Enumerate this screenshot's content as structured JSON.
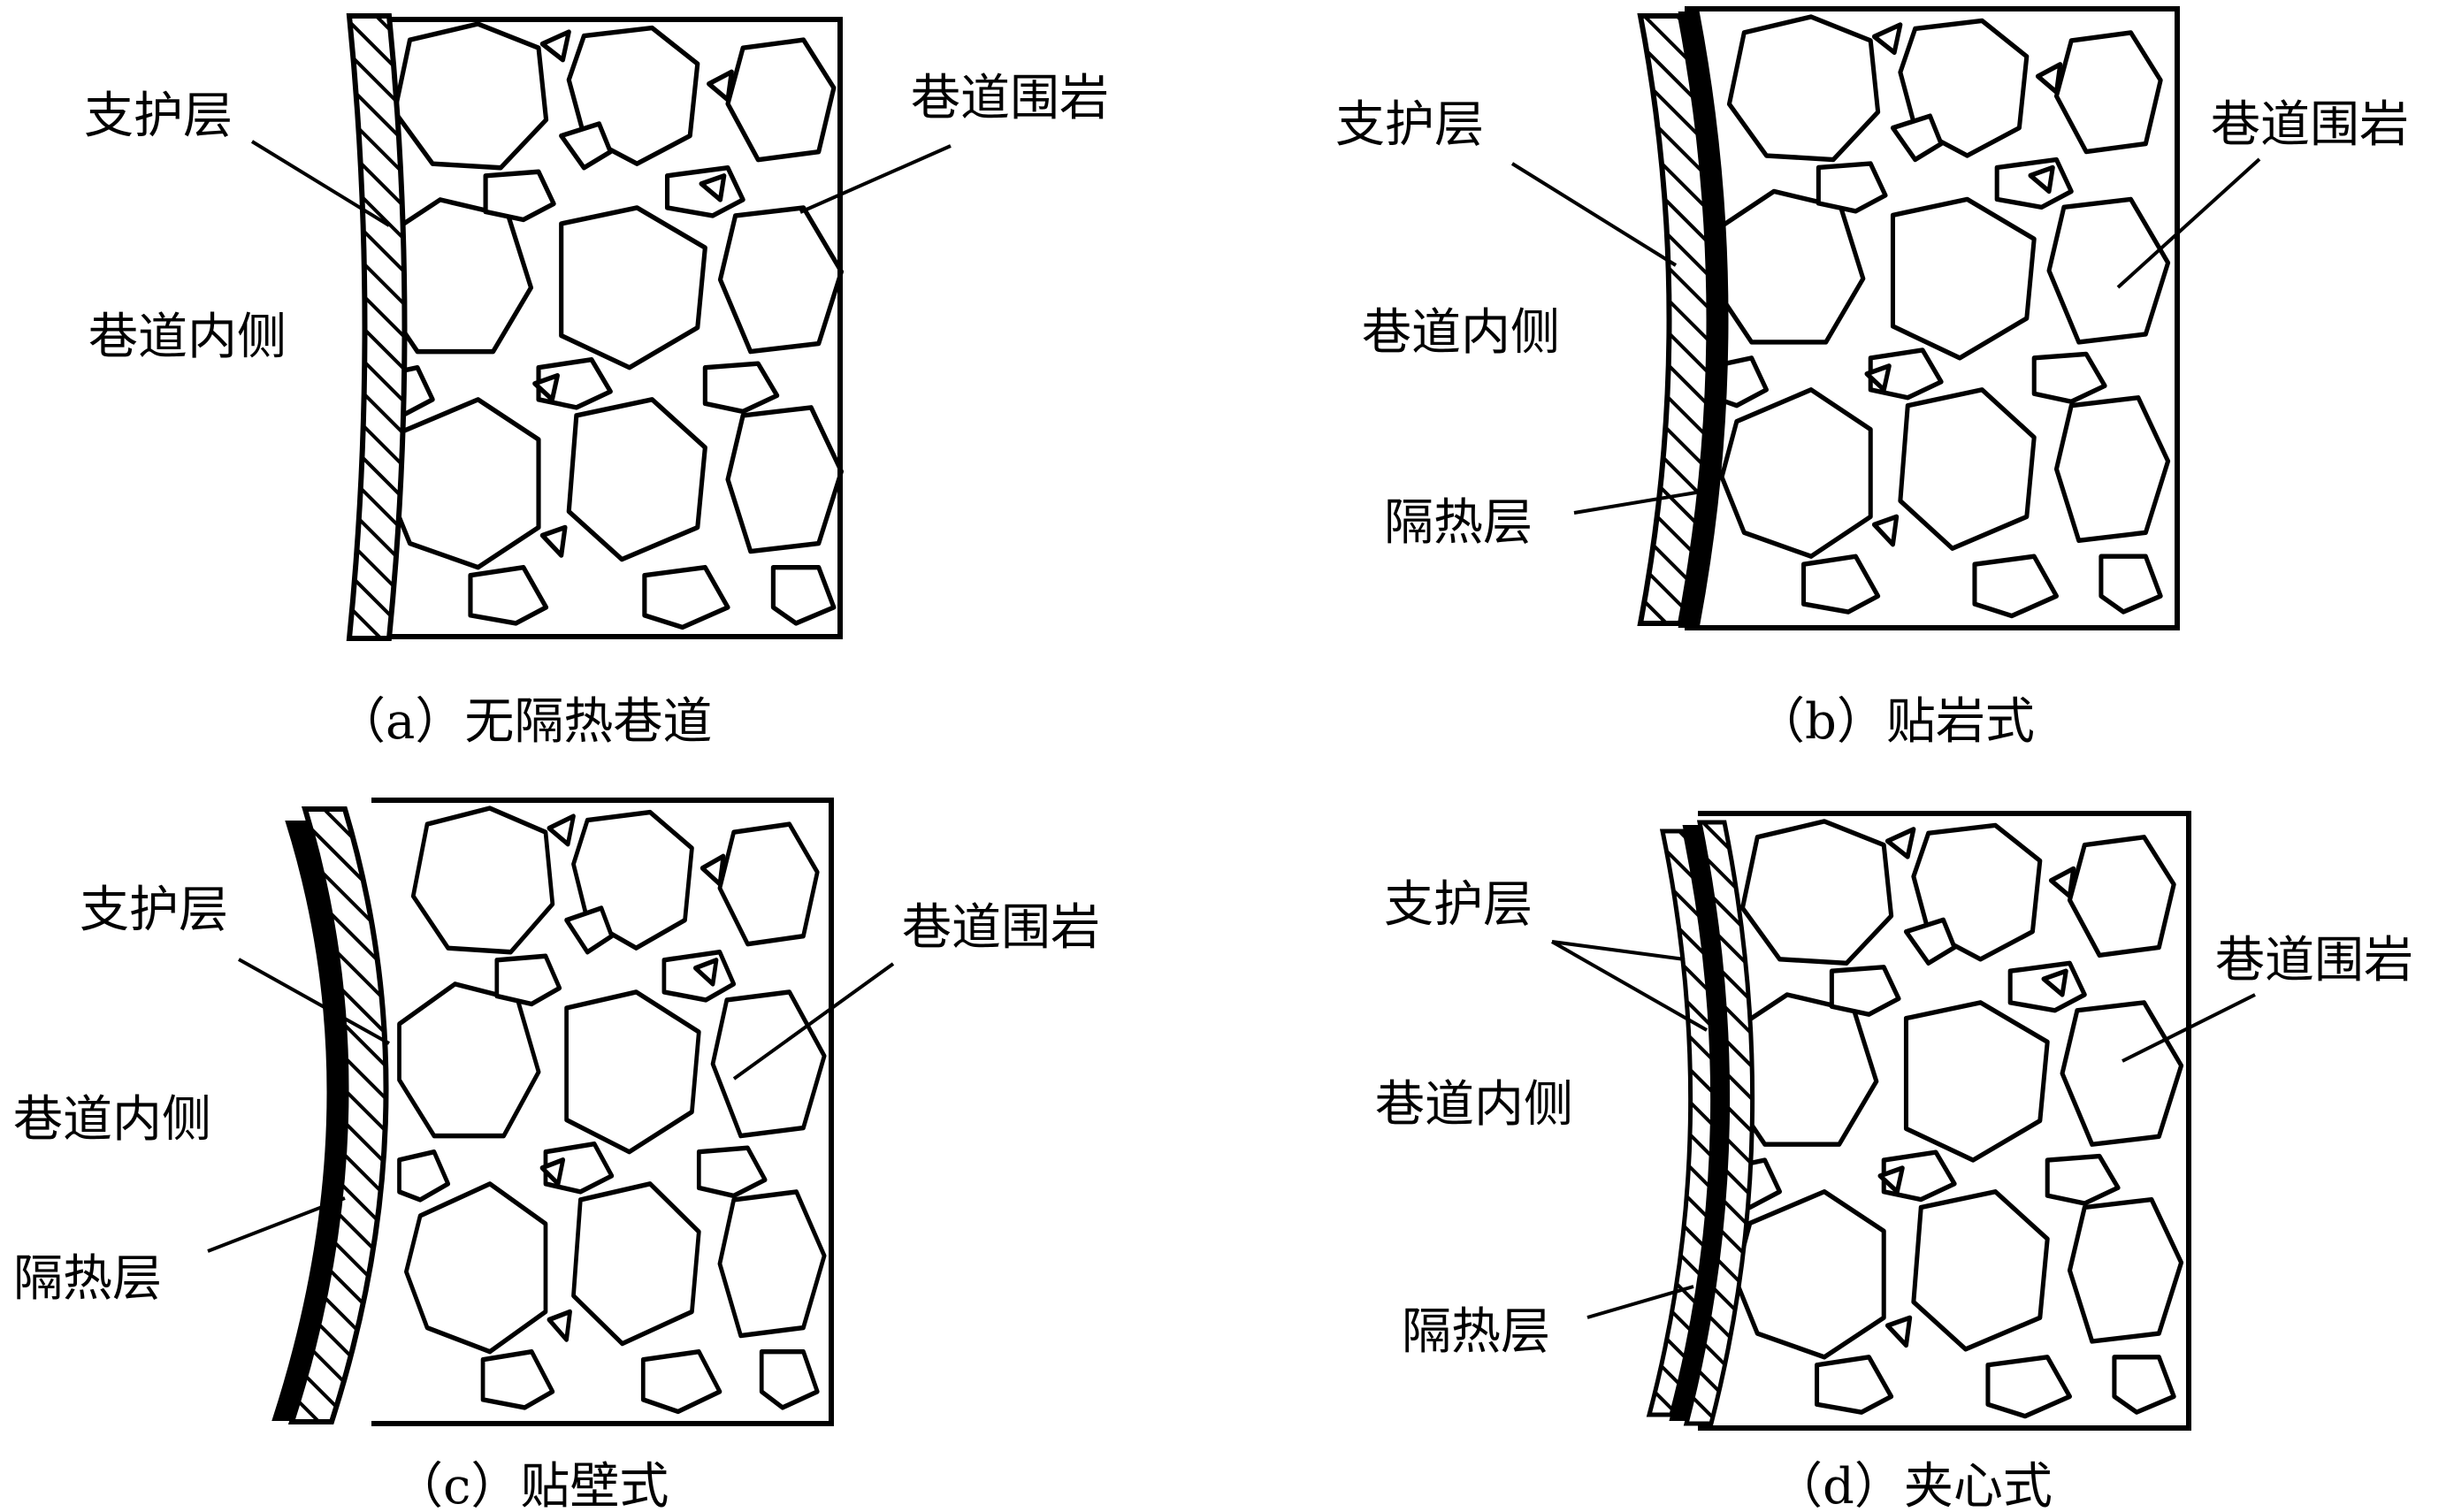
{
  "labels": {
    "support": "支护层",
    "rock": "巷道围岩",
    "inner": "巷道内侧",
    "insulation": "隔热层"
  },
  "captions": {
    "a": "（a）无隔热巷道",
    "b": "（b）贴岩式",
    "c": "（c）贴壁式",
    "d": "（d）夹心式"
  },
  "colors": {
    "ink": "#000000",
    "paper": "#ffffff"
  }
}
